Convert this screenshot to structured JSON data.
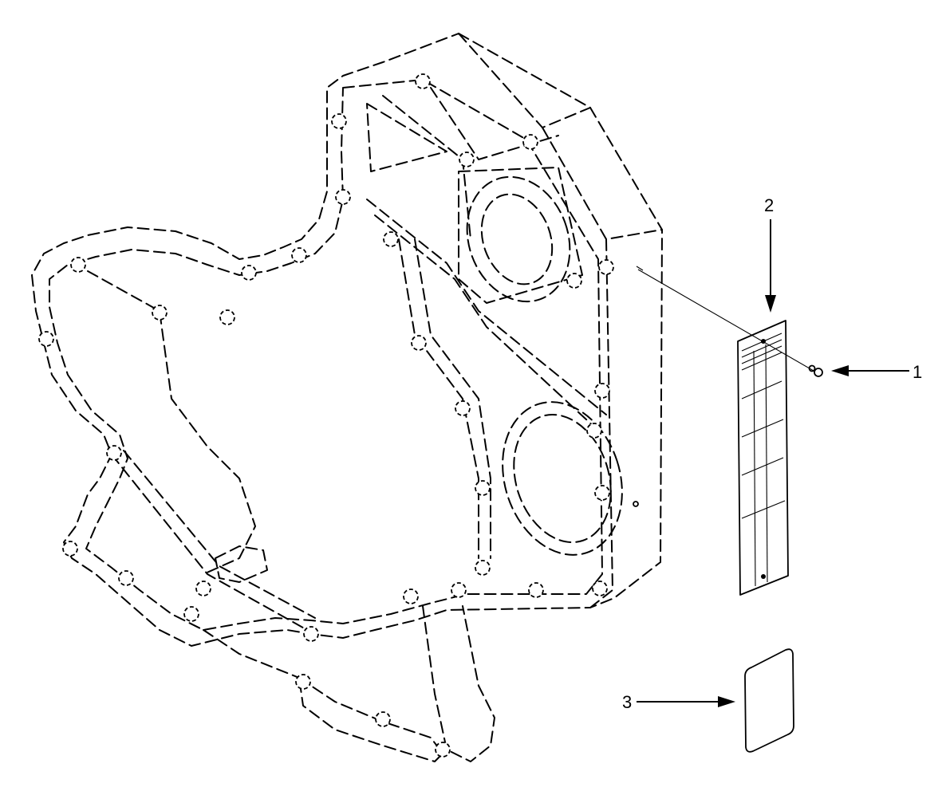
{
  "callouts": [
    {
      "id": "1",
      "label": "1",
      "part": "decal-mounting-screw"
    },
    {
      "id": "2",
      "label": "2",
      "part": "emission-plate"
    },
    {
      "id": "3",
      "label": "3",
      "part": "plate"
    }
  ],
  "colors": {
    "ink": "#000000",
    "background": "#ffffff"
  }
}
